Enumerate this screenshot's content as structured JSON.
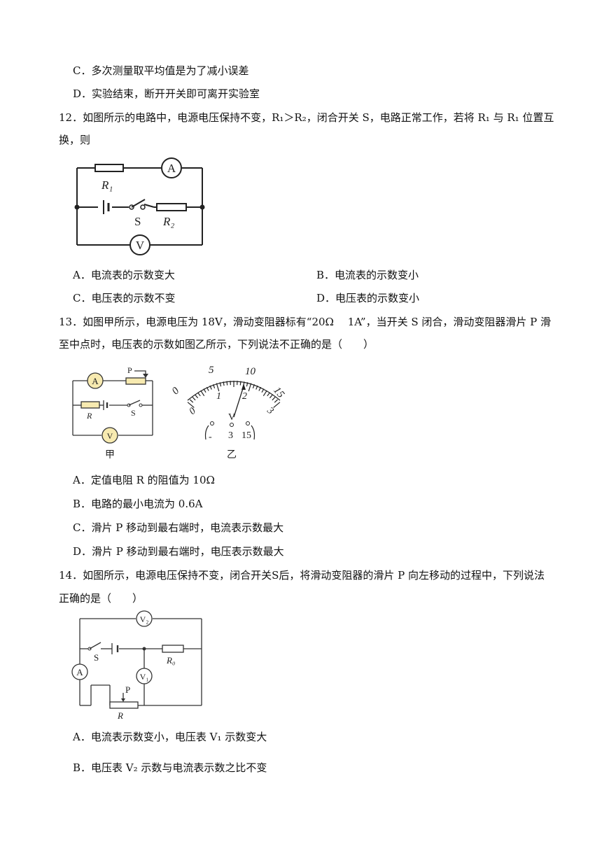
{
  "q11": {
    "opt_c": "C．多次测量取平均值是为了减小误差",
    "opt_d": "D．实验结束，断开开关即可离开实验室"
  },
  "q12": {
    "stem_line1": "12．如图所示的电路中，电源电压保持不变，R₁＞R₂，闭合开关 S，电路正常工作，若将 R₁ 与 R₁ 位置互",
    "stem_line2": "换，则",
    "diagram": {
      "r1": "R₁",
      "r2": "R₂",
      "s": "S",
      "a": "A",
      "v": "V"
    },
    "opt_a": "A．电流表的示数变大",
    "opt_b": "B．电流表的示数变小",
    "opt_c": "C．电压表的示数不变",
    "opt_d": "D．电压表的示数变小"
  },
  "q13": {
    "stem_line1": "13．如图甲所示，电源电压为 18V，滑动变阻器标有“20Ω　 1A”，当开关 S 闭合，滑动变阻器滑片 P 滑",
    "stem_line2": "至中点时，电压表的示数如图乙所示，下列说法不正确的是（　　）",
    "diagram_jia": {
      "a": "A",
      "p": "P",
      "r": "R",
      "s": "S",
      "v": "V",
      "caption": "甲"
    },
    "diagram_yi": {
      "upper_scale": [
        "0",
        "5",
        "10",
        "15"
      ],
      "lower_scale": [
        "0",
        "1",
        "2",
        "3"
      ],
      "unit": "V",
      "terminals": [
        "-",
        "3",
        "15"
      ],
      "caption": "乙"
    },
    "opt_a": "A．定值电阻 R 的阻值为 10Ω",
    "opt_b": "B．电路的最小电流为 0.6A",
    "opt_c": "C．滑片 P 移动到最右端时，电流表示数最大",
    "opt_d": "D．滑片 P 移动到最右端时，电压表示数最大"
  },
  "q14": {
    "stem_line1": "14．如图所示，电源电压保持不变，闭合开关S后，将滑动变阻器的滑片 P 向左移动的过程中，下列说法",
    "stem_line2": "正确的是（　　）",
    "diagram": {
      "v2": "V₂",
      "v1": "V₁",
      "a": "A",
      "s": "S",
      "r0": "R₀",
      "p": "P",
      "r": "R"
    },
    "opt_a": "A．电流表示数变小，电压表 V₁ 示数变大",
    "opt_b": "B．电压表 V₂ 示数与电流表示数之比不变"
  }
}
